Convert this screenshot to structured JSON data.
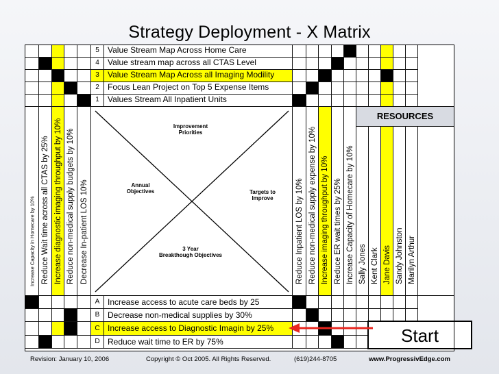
{
  "title": "Strategy Deployment - X Matrix",
  "top_priorities": [
    {
      "num": "5",
      "label": "Value Stream Map Across Home Care",
      "highlight": false
    },
    {
      "num": "4",
      "label": "Value stream map across all CTAS Level",
      "highlight": false
    },
    {
      "num": "3",
      "label": "Value Stream Map Across all Imaging Modility",
      "highlight": true
    },
    {
      "num": "2",
      "label": "Focus Lean Project on Top 5 Expense Items",
      "highlight": false
    },
    {
      "num": "1",
      "label": "Values Stream All Inpatient Units",
      "highlight": false
    }
  ],
  "left_annual_objectives": [
    {
      "label": "Increase Capacity in Homecare by 10%",
      "highlight": false,
      "small": true
    },
    {
      "label": "Reduce Wait time across all CTAS by 25%",
      "highlight": false,
      "small": false
    },
    {
      "label": "Increase diagnostic imaging throughput by 10%",
      "highlight": true,
      "small": false
    },
    {
      "label": "Reduce non-medical supply budgets by 10%",
      "highlight": false,
      "small": false
    },
    {
      "label": "Decrease In-patient LOS 10%",
      "highlight": false,
      "small": false
    }
  ],
  "right_targets": [
    {
      "label": "Reduce Inpatient LOS by 10%",
      "highlight": false
    },
    {
      "label": "Reduce non-medical supply expense by 10%",
      "highlight": false
    },
    {
      "label": "Increase imaging throughput by 10%",
      "highlight": true
    },
    {
      "label": "Reduce ER wait times by 25%",
      "highlight": false
    },
    {
      "label": "Increase Capacity of Homecare by 10%",
      "highlight": false
    }
  ],
  "resources_title": "RESOURCES",
  "resources": [
    {
      "name": "Sally Jones",
      "highlight": false
    },
    {
      "name": "Kent Clark",
      "highlight": false
    },
    {
      "name": "Jane Davis",
      "highlight": true
    },
    {
      "name": "Sandy Johnston",
      "highlight": false
    },
    {
      "name": "Marilyn Arthur",
      "highlight": false
    }
  ],
  "breakthrough_objectives": [
    {
      "letter": "A",
      "label": "Increase access to acute care beds by 25",
      "highlight": false
    },
    {
      "letter": "B",
      "label": "Decrease non-medical supplies by 30%",
      "highlight": false
    },
    {
      "letter": "C",
      "label": "Increase access to Diagnostic Imagin by 25%",
      "highlight": true
    },
    {
      "letter": "D",
      "label": "Reduce wait time to ER by 75%",
      "highlight": false
    }
  ],
  "center": {
    "top": "Improvement\nPriorities",
    "left": "Annual\nObjectives",
    "right": "Targets to\nImprove",
    "bottom": "3 Year\nBreakthough Objectives"
  },
  "start_label": "Start",
  "footer": {
    "revision": "Revision: January 10, 2006",
    "copyright": "Copyright © Oct 2005.  All Rights Reserved.",
    "phone": "(619)244-8705",
    "website": "www.ProgressivEdge.com"
  },
  "colors": {
    "highlight": "#ffff00",
    "filled": "#000000",
    "arrow": "#e8261f",
    "resources_header": "#d8dbe2"
  }
}
